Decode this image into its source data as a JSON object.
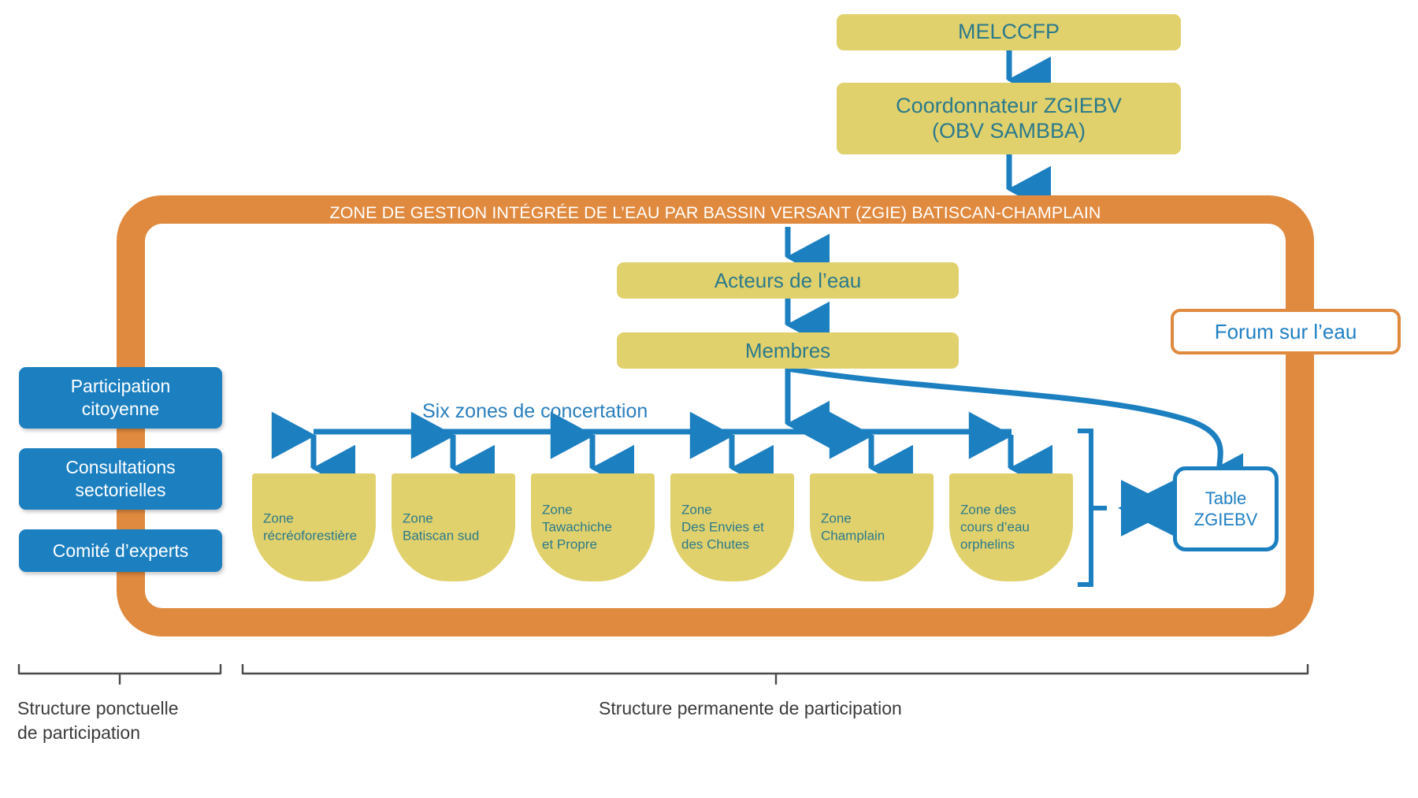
{
  "diagram": {
    "title": "ZONE DE GESTION INTÉGRÉE DE L’EAU PAR BASSIN VERSANT (ZGIE) BATISCAN-CHAMPLAIN",
    "colors": {
      "yellow": "#e1d16c",
      "orange": "#e08a3f",
      "blue": "#1b7fc0",
      "teal_text": "#2b7a8c",
      "blue_text": "#1f7fc4",
      "white": "#ffffff",
      "grey_text": "#3b3b3b"
    }
  },
  "top_chain": {
    "ministry": "MELCCFP",
    "coordinator_line1": "Coordonnateur ZGIEBV",
    "coordinator_line2": "(OBV SAMBBA)"
  },
  "core": {
    "actors": "Acteurs de l’eau",
    "members": "Membres",
    "concertation_label": "Six zones de concertation",
    "table": {
      "line1": "Table",
      "line2": "ZGIEBV"
    },
    "forum": "Forum sur l’eau"
  },
  "zones": [
    {
      "line1": "Zone",
      "line2": "récréoforestière",
      "line3": ""
    },
    {
      "line1": "Zone",
      "line2": "Batiscan sud",
      "line3": ""
    },
    {
      "line1": "Zone",
      "line2": "Tawachiche",
      "line3": "et Propre"
    },
    {
      "line1": "Zone",
      "line2": "Des Envies et",
      "line3": "des Chutes"
    },
    {
      "line1": "Zone",
      "line2": "Champlain",
      "line3": ""
    },
    {
      "line1": "Zone des",
      "line2": "cours d’eau",
      "line3": "orphelins"
    }
  ],
  "side_boxes": [
    {
      "line1": "Participation",
      "line2": "citoyenne"
    },
    {
      "line1": "Consultations",
      "line2": "sectorielles"
    },
    {
      "line1": "Comité d’experts",
      "line2": ""
    }
  ],
  "braces": {
    "left_line1": "Structure ponctuelle",
    "left_line2": "de participation",
    "right_line1": "Structure permanente de participation"
  }
}
